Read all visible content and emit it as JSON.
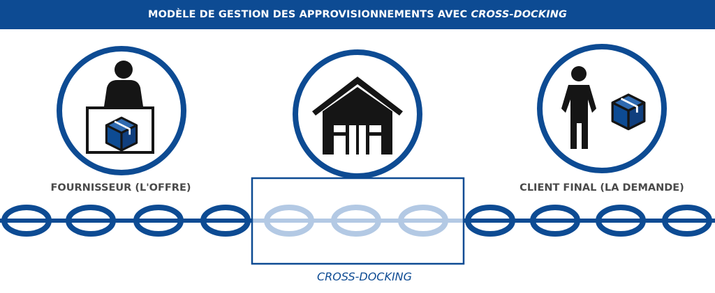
{
  "header": {
    "title_prefix": "MODÈLE DE GESTION DES APPROVISIONNEMENTS AVEC",
    "title_emphasis": "CROSS-DOCKING"
  },
  "nodes": {
    "supplier": {
      "label": "FOURNISSEUR (L'OFFRE)",
      "icon": "supplier-with-box-icon"
    },
    "warehouse": {
      "icon": "warehouse-icon"
    },
    "client": {
      "label": "CLIENT FINAL (LA DEMANDE)",
      "icon": "customer-with-box-icon"
    }
  },
  "cross_docking": {
    "label": "CROSS-DOCKING"
  },
  "colors": {
    "brand_blue": "#0d4b93",
    "light_blue": "#b3c9e4",
    "icon_black": "#151515",
    "label_gray": "#4a4a4a"
  }
}
